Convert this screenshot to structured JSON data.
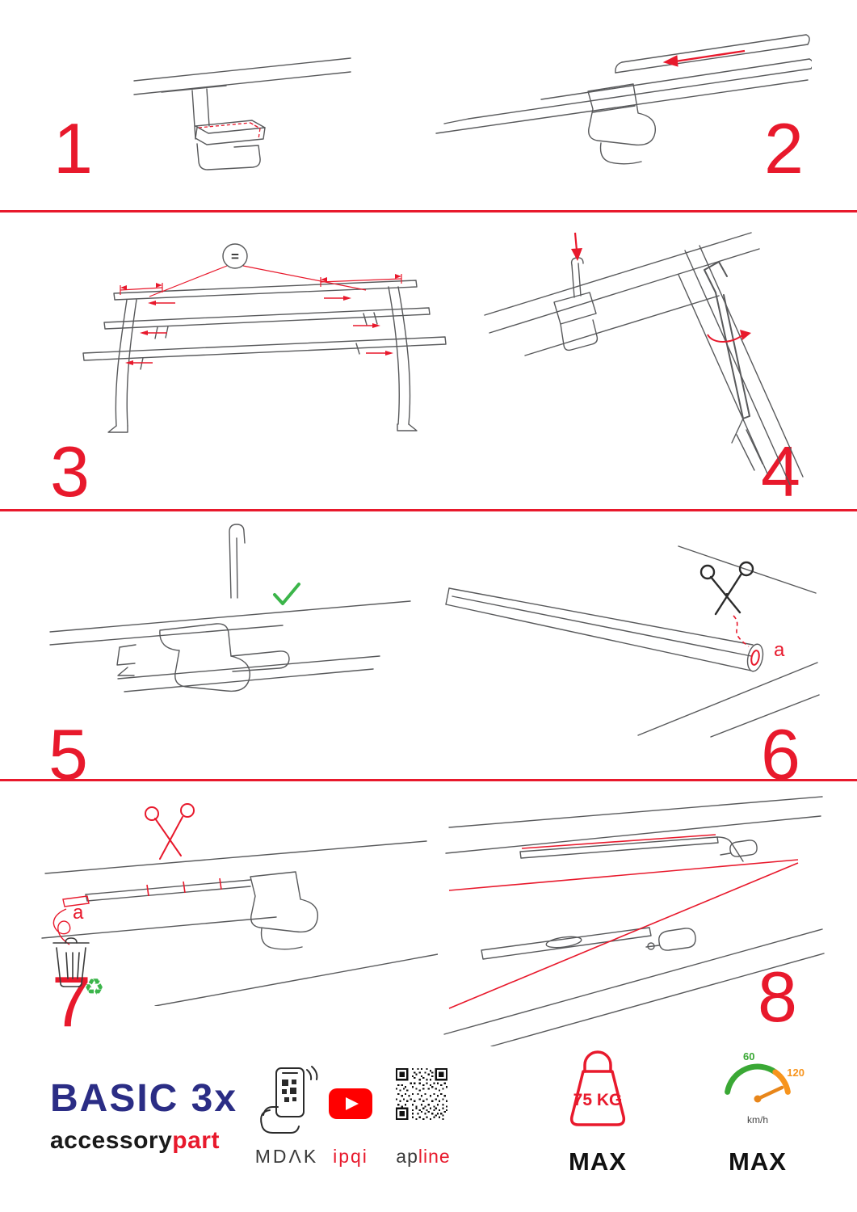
{
  "colors": {
    "accent_red": "#e8192c",
    "brand_blue": "#2b2d85",
    "check_green": "#3bb54a",
    "youtube_red": "#ff0000",
    "gauge_green": "#3aa835",
    "gauge_orange": "#f7941d"
  },
  "steps": {
    "s1": {
      "number": "1"
    },
    "s2": {
      "number": "2"
    },
    "s3": {
      "number": "3",
      "equal_label": "="
    },
    "s4": {
      "number": "4"
    },
    "s5": {
      "number": "5"
    },
    "s6": {
      "number": "6",
      "cut_label": "a"
    },
    "s7": {
      "number": "7",
      "cut_label": "a"
    },
    "s8": {
      "number": "8"
    }
  },
  "footer": {
    "brand_title": "BASIC 3x",
    "brand_sub_black": "accessory",
    "brand_sub_red": "part",
    "partner_mdak": "MDΛK",
    "partner_ipqi": "ipqi",
    "partner_apline_black": "ap",
    "partner_apline_red": "line",
    "weight_value": "75 KG",
    "weight_max_label": "MAX",
    "speed_label_low": "60",
    "speed_label_high": "120",
    "speed_unit": "km/h",
    "speed_max_label": "MAX"
  }
}
